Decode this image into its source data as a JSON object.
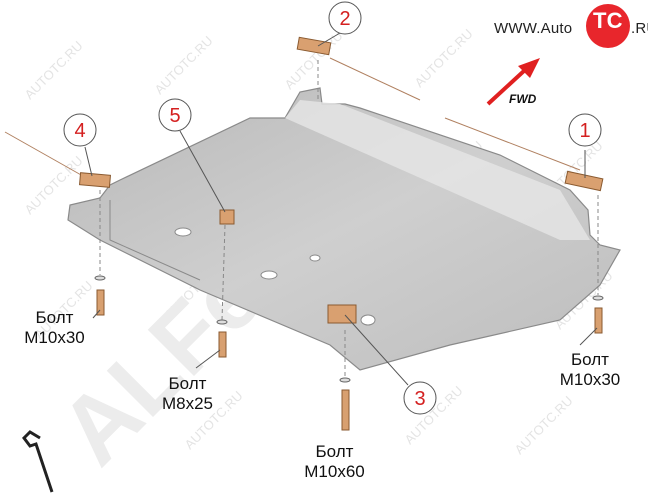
{
  "website": {
    "prefix": "WWW.Auto",
    "logo": "TC",
    "suffix": ".RU"
  },
  "watermark": {
    "text": "AUTOTC.RU",
    "brand": "ALFeco"
  },
  "fwd_label": "FWD",
  "callouts": [
    "1",
    "2",
    "3",
    "4",
    "5"
  ],
  "bolts": {
    "left": {
      "line1": "Болт",
      "line2": "M10x30"
    },
    "center": {
      "line1": "Болт",
      "line2": "M8x25"
    },
    "bottom": {
      "line1": "Болт",
      "line2": "M10x60"
    },
    "right": {
      "line1": "Болт",
      "line2": "M10x30"
    }
  },
  "colors": {
    "callout": "#d42020",
    "plate": "#c8c8c8",
    "bracket": "#d9a070",
    "arrow": "#e02020"
  },
  "icons": [
    "wrench-icon"
  ]
}
